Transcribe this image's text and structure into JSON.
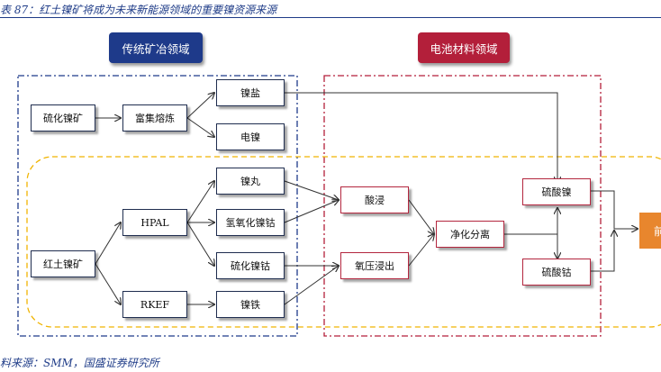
{
  "title": "表 87：红土镍矿将成为未来新能源领域的重要镍资源来源",
  "source": "料来源：SMM，国盛证券研究所",
  "headers": {
    "mining": "传统矿冶领域",
    "battery": "电池材料领域"
  },
  "nodes": {
    "sulfide_ore": "硫化镍矿",
    "enrich_smelt": "富集熔炼",
    "nickel_salt": "镍盐",
    "electro_nickel": "电镍",
    "laterite_ore": "红土镍矿",
    "hpal": "HPAL",
    "rkef": "RKEF",
    "nickel_pellet": "镍丸",
    "hydroxide": "氢氧化镍钴",
    "sulfide_mix": "硫化镍钴",
    "ferronickel": "镍铁",
    "acid_leach": "酸浸",
    "pressure_leach": "氧压浸出",
    "purify": "净化分离",
    "nickel_sulfate": "硫酸镍",
    "cobalt_sulfate": "硫酸钴",
    "precursor": "前"
  }
}
